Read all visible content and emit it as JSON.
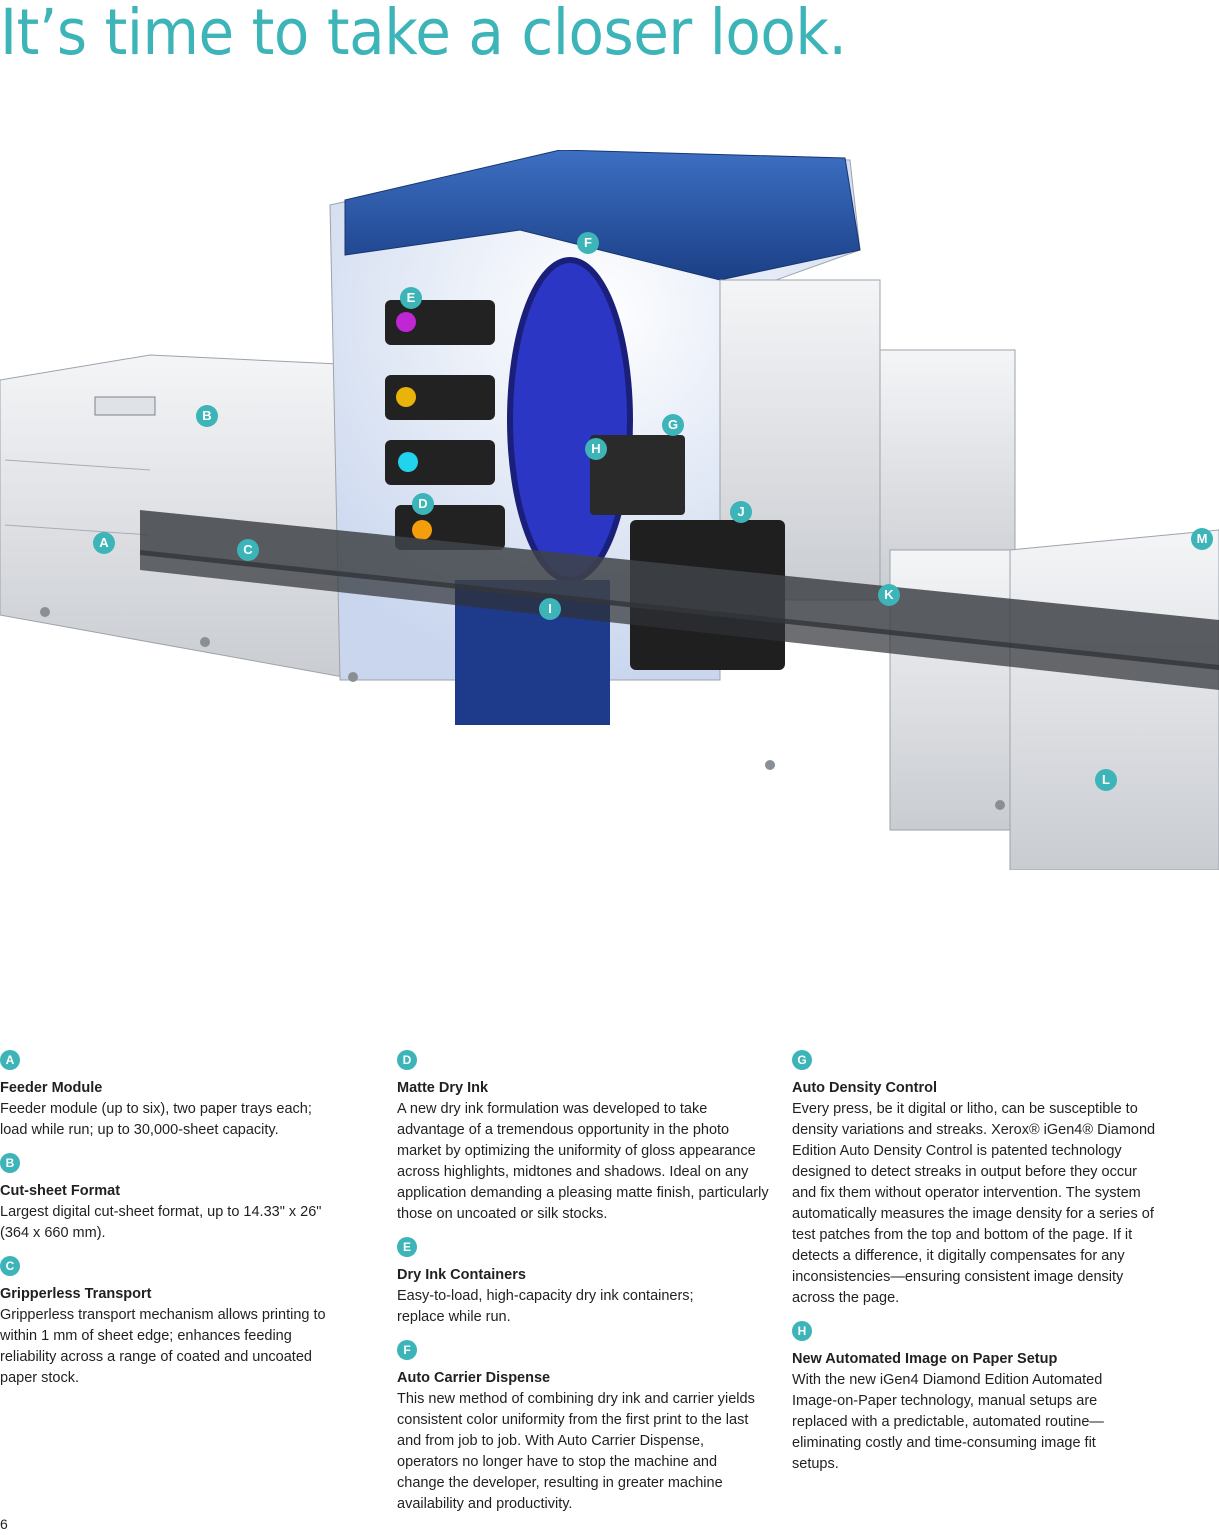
{
  "title": "It’s time to take a closer look.",
  "page_number": "6",
  "markers": [
    "A",
    "B",
    "C",
    "D",
    "E",
    "F",
    "G",
    "H",
    "I",
    "J",
    "K",
    "L",
    "M"
  ],
  "features": [
    {
      "letter": "A",
      "title": "Feeder Module",
      "body": "Feeder module (up to six), two paper trays each; load while run; up to 30,000-sheet capacity."
    },
    {
      "letter": "B",
      "title": "Cut-sheet Format",
      "body": "Largest digital cut-sheet format, up to 14.33\" x 26\" (364 x 660 mm)."
    },
    {
      "letter": "C",
      "title": "Gripperless Transport",
      "body": "Gripperless transport mechanism allows printing to within 1 mm of sheet edge; enhances feeding reliability across a range of coated and uncoated paper stock."
    },
    {
      "letter": "D",
      "title": "Matte Dry Ink",
      "body": "A new dry ink formulation was developed to take advantage of a tremendous opportunity in the photo market by optimizing the uniformity of gloss appearance across highlights, midtones and shadows. Ideal on any application demanding a pleasing matte finish, particularly those on uncoated or silk stocks."
    },
    {
      "letter": "E",
      "title": "Dry Ink Containers",
      "body": "Easy-to-load, high-capacity dry ink containers; replace while run."
    },
    {
      "letter": "F",
      "title": "Auto Carrier Dispense",
      "body": "This new method of combining dry ink and carrier yields consistent color uniformity from the first print to the last and from job to job. With Auto Carrier Dispense, operators no longer have to stop the machine and change the developer, resulting in greater machine availability and productivity."
    },
    {
      "letter": "G",
      "title": "Auto Density Control",
      "body": "Every press, be it digital or litho, can be susceptible to density variations and streaks. Xerox® iGen4® Diamond Edition Auto Density Control is patented technology designed to detect streaks in output before they occur and fix them without operator intervention. The system automatically measures the image density for a series of test patches from the top and bottom of the page. If it detects a difference, it digitally compensates for any inconsistencies—ensuring consistent image density across the page."
    },
    {
      "letter": "H",
      "title": "New Automated Image on Paper Setup",
      "body": "With the new iGen4 Diamond Edition Automated Image-on-Paper technology, manual setups are replaced with a predictable, automated routine—eliminating costly and time-consuming image fit setups."
    }
  ]
}
